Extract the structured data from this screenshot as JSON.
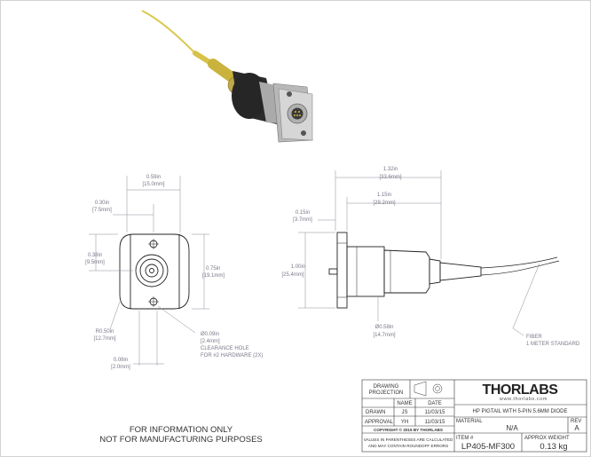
{
  "front_view": {
    "width_in": "0.59in",
    "width_mm": "[15.0mm]",
    "flat_in": "0.30in",
    "flat_mm": "[7.5mm]",
    "hole_offset_in": "0.38in",
    "hole_offset_mm": "[9.5mm]",
    "height_in": "0.75in",
    "height_mm": "[19.1mm]",
    "radius_in": "R0.50in",
    "radius_mm": "[12.7mm]",
    "hole_dia_in": "Ø0.09in",
    "hole_dia_mm": "[2.4mm]",
    "hole_note_1": "CLEARANCE HOLE",
    "hole_note_2": "FOR #2 HARDWARE (2X)",
    "lower_in": "0.08in",
    "lower_mm": "[2.0mm]"
  },
  "side_view": {
    "overall_in": "1.32in",
    "overall_mm": "[33.6mm]",
    "body_in": "1.15in",
    "body_mm": "[29.2mm]",
    "flange_in": "0.15in",
    "flange_mm": "[3.7mm]",
    "height_in": "1.00in",
    "height_mm": "[25.4mm]",
    "dia_in": "Ø0.58in",
    "dia_mm": "[14.7mm]",
    "fiber_1": "FIBER",
    "fiber_2": "1 METER STANDARD"
  },
  "notice": {
    "line1": "FOR INFORMATION ONLY",
    "line2": "NOT FOR MANUFACTURING PURPOSES"
  },
  "title_block": {
    "drawing_projection_1": "DRAWING",
    "drawing_projection_2": "PROJECTION",
    "col_name": "NAME",
    "col_date": "DATE",
    "drawn_label": "DRAWN",
    "drawn_name": "JS",
    "drawn_date": "11/03/15",
    "approval_label": "APPROVAL",
    "approval_name": "YH",
    "approval_date": "11/03/15",
    "copyright": "COPYRIGHT © 2015 BY THORLABS",
    "values_note_1": "VALUES IN PARENTHESES ARE CALCULATED",
    "values_note_2": "AND MAY CONTAIN ROUNDOFF ERRORS",
    "logo_text": "THORLABS",
    "website": "www.thorlabs.com",
    "description": "HP PIGTAIL WITH 5-PIN 5.6MM DIODE",
    "material_label": "MATERIAL",
    "material_value": "N/A",
    "rev_label": "REV",
    "rev_value": "A",
    "item_label": "ITEM #",
    "item_value": "LP405-MF300",
    "weight_label": "APPROX WEIGHT",
    "weight_value": "0.13 kg"
  },
  "colors": {
    "line": "#222222",
    "dim": "#7a7a8a",
    "fiber": "#d4c040",
    "body": "#2a2a2a",
    "metal": "#c8c8c8"
  }
}
